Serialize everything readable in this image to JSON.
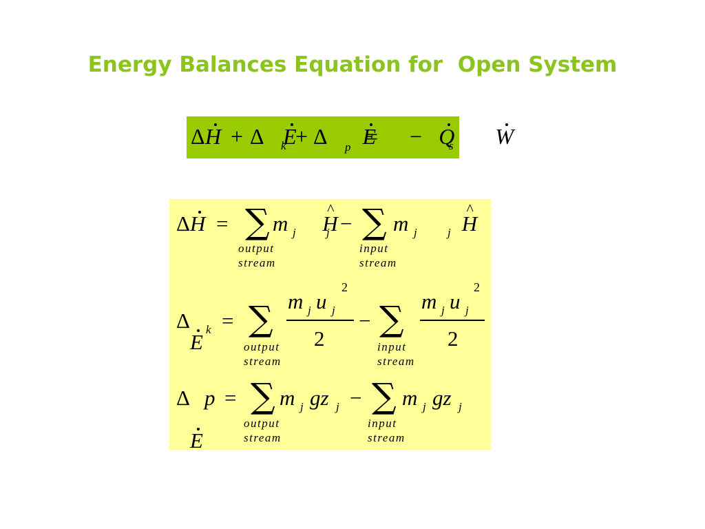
{
  "title": "Energy Balances Equation for  Open System",
  "main_equation": {
    "delta": "Δ",
    "H": "H",
    "plus": "+",
    "E": "E",
    "sub_k": "k",
    "sub_p": "p",
    "equals": "=",
    "Q": "Q",
    "minus": "−",
    "W": "W",
    "sub_s": "s"
  },
  "enthalpy_term": {
    "lhs_delta": "Δ",
    "lhs_symbol": "H",
    "equals": "=",
    "sigma": "∑",
    "m": "m",
    "sub_j": "j",
    "H": "H",
    "minus": "−",
    "output_label": "output",
    "input_label": "input",
    "stream_label": "stream"
  },
  "kinetic_term": {
    "lhs_delta": "Δ",
    "lhs_symbol": "E",
    "lhs_sub": "k",
    "equals": "=",
    "sigma": "∑",
    "m": "m",
    "u": "u",
    "sub_j": "j",
    "exponent": "2",
    "denominator": "2",
    "minus": "−",
    "output_label": "output",
    "input_label": "input",
    "stream_label": "stream"
  },
  "potential_term": {
    "lhs_delta": "Δ",
    "lhs_symbol": "E",
    "lhs_p": "p",
    "equals": "=",
    "sigma": "∑",
    "m": "m",
    "gz": "gz",
    "sub_j": "j",
    "minus": "−",
    "output_label": "output",
    "input_label": "input",
    "stream_label": "stream"
  },
  "colors": {
    "title": "#8cc41e",
    "main_box": "#99cc00",
    "terms_box": "#ffff99"
  }
}
